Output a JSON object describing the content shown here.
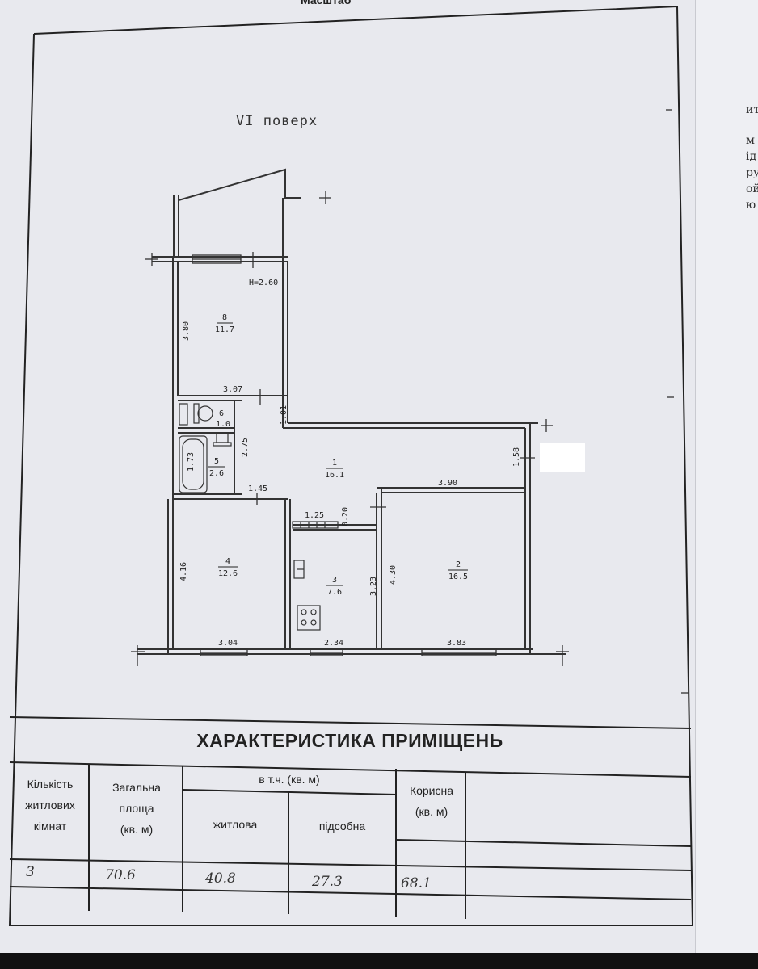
{
  "header_fragment": "Масштаб",
  "floor_label": "VI поверх",
  "plan": {
    "height_label": "H=2.60",
    "rooms": [
      {
        "number": "1",
        "area": "16.1"
      },
      {
        "number": "2",
        "area": "16.5"
      },
      {
        "number": "3",
        "area": "7.6"
      },
      {
        "number": "4",
        "area": "12.6"
      },
      {
        "number": "5",
        "area": "2.6"
      },
      {
        "number": "6",
        "area": "1.0"
      },
      {
        "number": "8",
        "area": "11.7"
      }
    ],
    "dimensions": {
      "d380": "3.80",
      "d307": "3.07",
      "d101": "1.01",
      "d275": "2.75",
      "d173": "1.73",
      "d145": "1.45",
      "d158": "1.58",
      "d390": "3.90",
      "d125": "1.25",
      "d020": "0.20",
      "d416": "4.16",
      "d323": "3.23",
      "d430": "4.30",
      "d304": "3.04",
      "d234": "2.34",
      "d383": "3.83"
    }
  },
  "table": {
    "title": "ХАРАКТЕРИСТИКА ПРИМІЩЕНЬ",
    "col_rooms": [
      "Кількість",
      "житлових",
      "кімнат"
    ],
    "col_total": [
      "Загальна",
      "площа",
      "(кв. м)"
    ],
    "col_incl": "в т.ч. (кв. м)",
    "col_living": "житлова",
    "col_aux": "підсобна",
    "col_useful": [
      "Корисна",
      "(кв. м)"
    ],
    "values": {
      "rooms": "3",
      "total": "70.6",
      "living": "40.8",
      "aux": "27.3",
      "useful": "68.1"
    }
  },
  "side_sheet_fragments": [
    "ит",
    "м",
    "ід",
    "ру",
    "ой",
    "ю"
  ]
}
